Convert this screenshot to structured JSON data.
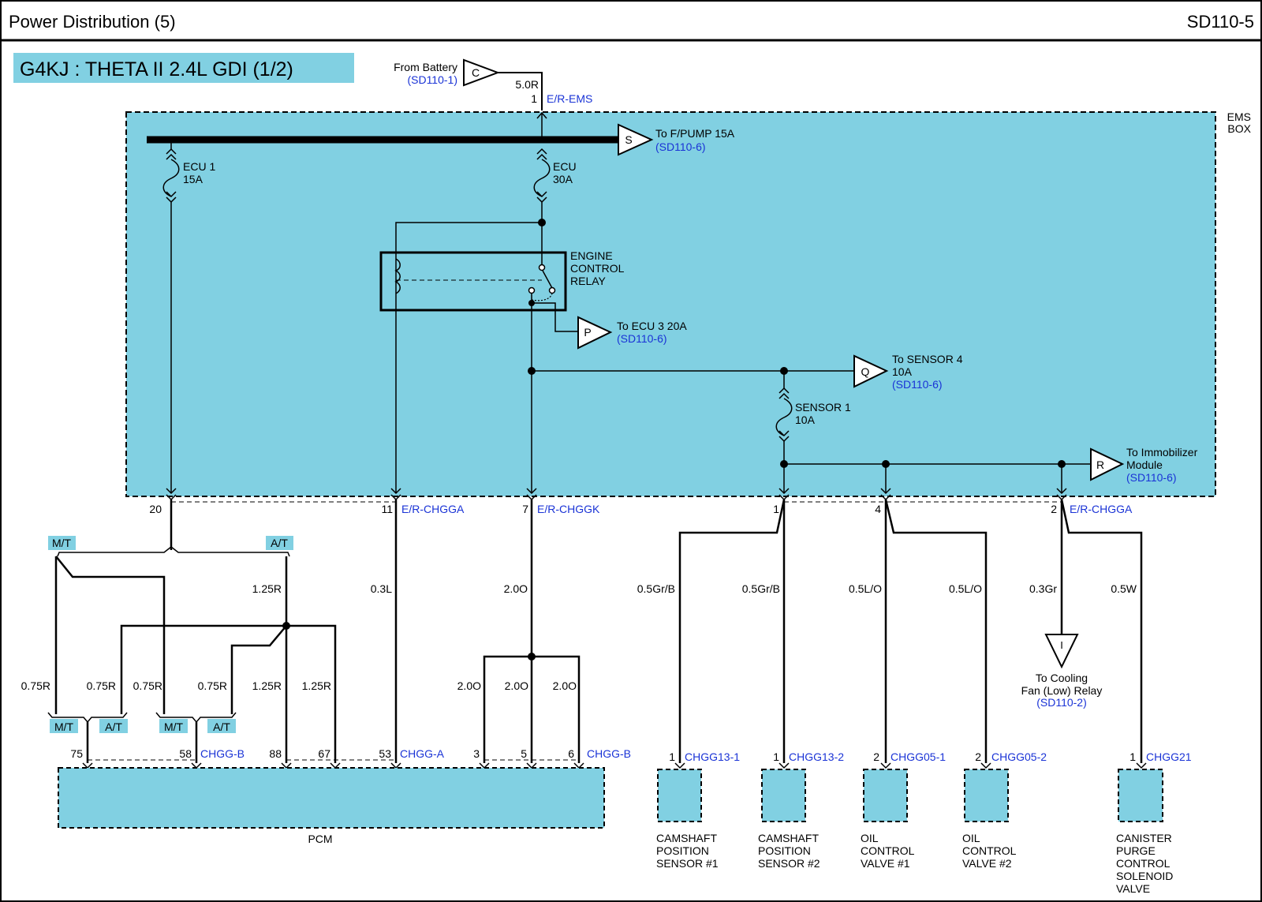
{
  "header": {
    "title": "Power Distribution (5)",
    "code": "SD110-5"
  },
  "engine_tag": "G4KJ : THETA II 2.4L GDI (1/2)",
  "colors": {
    "box": "#81d0e2",
    "ref": "#1a33d6",
    "wire": "#000000"
  },
  "ems_box": {
    "label_line1": "EMS",
    "label_line2": "BOX"
  },
  "battery": {
    "label": "From Battery",
    "ref": "(SD110-1)",
    "connector_letter": "C",
    "wire": "5.0R",
    "pin": "1",
    "connector": "E/R-EMS"
  },
  "fpump": {
    "letter": "S",
    "label": "To F/PUMP 15A",
    "ref": "(SD110-6)"
  },
  "fuse_ecu1": {
    "line1": "ECU 1",
    "line2": "15A"
  },
  "fuse_ecu": {
    "line1": "ECU",
    "line2": "30A"
  },
  "fuse_sensor1": {
    "line1": "SENSOR 1",
    "line2": "10A"
  },
  "relay": {
    "line1": "ENGINE",
    "line2": "CONTROL",
    "line3": "RELAY"
  },
  "ecu3": {
    "letter": "P",
    "label": "To ECU 3 20A",
    "ref": "(SD110-6)"
  },
  "sensor4": {
    "letter": "Q",
    "line1": "To SENSOR 4",
    "line2": "10A",
    "ref": "(SD110-6)"
  },
  "immobilizer": {
    "letter": "R",
    "line1": "To Immobilizer",
    "line2": "Module",
    "ref": "(SD110-6)"
  },
  "ems_pins": {
    "p20": "20",
    "p11": "11",
    "c11": "E/R-CHGGA",
    "p7": "7",
    "c7": "E/R-CHGGK",
    "p1": "1",
    "p4": "4",
    "p2": "2",
    "c2": "E/R-CHGGA"
  },
  "mt_at": {
    "mt": "M/T",
    "at": "A/T"
  },
  "wires": {
    "w125r": "1.25R",
    "w075r": "0.75R",
    "w03l": "0.3L",
    "w20o": "2.0O",
    "w05grb": "0.5Gr/B",
    "w05lo": "0.5L/O",
    "w03gr": "0.3Gr",
    "w05w": "0.5W"
  },
  "cooling": {
    "letter": "I",
    "line1": "To Cooling",
    "line2": "Fan (Low) Relay",
    "ref": "(SD110-2)"
  },
  "pcm": {
    "label": "PCM",
    "pin75": "75",
    "pin58": "58",
    "conn_b1": "CHGG-B",
    "pin88": "88",
    "pin67": "67",
    "pin53": "53",
    "conn_a": "CHGG-A",
    "pin3": "3",
    "pin5": "5",
    "pin6": "6",
    "conn_b2": "CHGG-B"
  },
  "components": [
    {
      "pin": "1",
      "conn": "CHGG13-1",
      "lines": [
        "CAMSHAFT",
        "POSITION",
        "SENSOR #1"
      ]
    },
    {
      "pin": "1",
      "conn": "CHGG13-2",
      "lines": [
        "CAMSHAFT",
        "POSITION",
        "SENSOR #2"
      ]
    },
    {
      "pin": "2",
      "conn": "CHGG05-1",
      "lines": [
        "OIL",
        "CONTROL",
        "VALVE #1"
      ]
    },
    {
      "pin": "2",
      "conn": "CHGG05-2",
      "lines": [
        "OIL",
        "CONTROL",
        "VALVE #2"
      ]
    },
    {
      "pin": "1",
      "conn": "CHGG21",
      "lines": [
        "CANISTER",
        "PURGE",
        "CONTROL",
        "SOLENOID",
        "VALVE"
      ]
    }
  ]
}
